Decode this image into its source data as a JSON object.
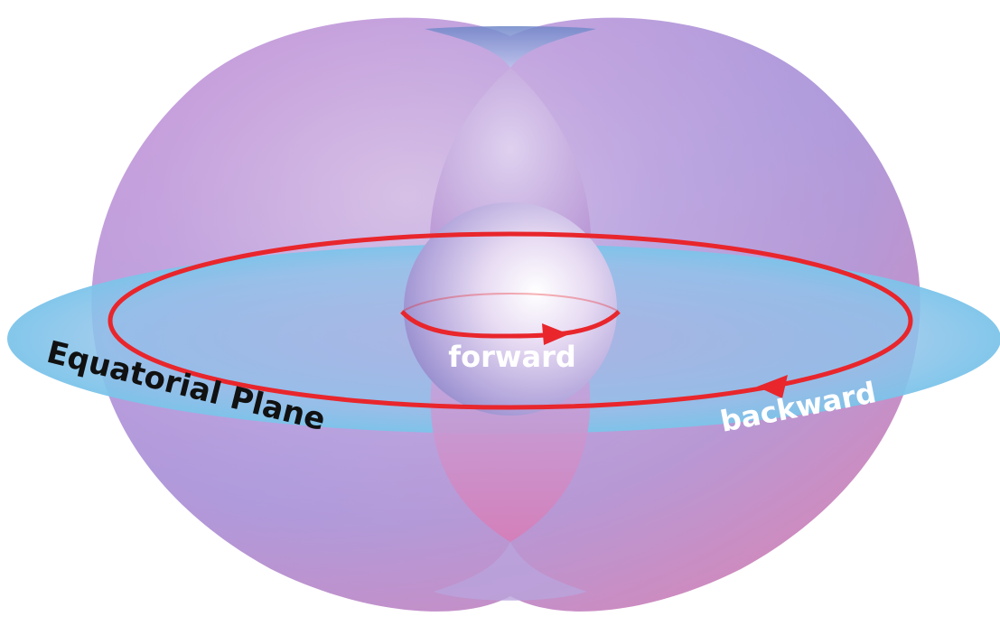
{
  "labels": {
    "plane": "Equatorial Plane",
    "inner_orbit": "forward",
    "outer_orbit": "backward"
  },
  "colors": {
    "orbit_line": "#e8262c",
    "plane_fill": "#7cc4ea",
    "shell_pink": "#d98fcf",
    "shell_blue": "#9aa8e6",
    "plane_label": "#111111",
    "orbit_label": "#ffffff"
  }
}
